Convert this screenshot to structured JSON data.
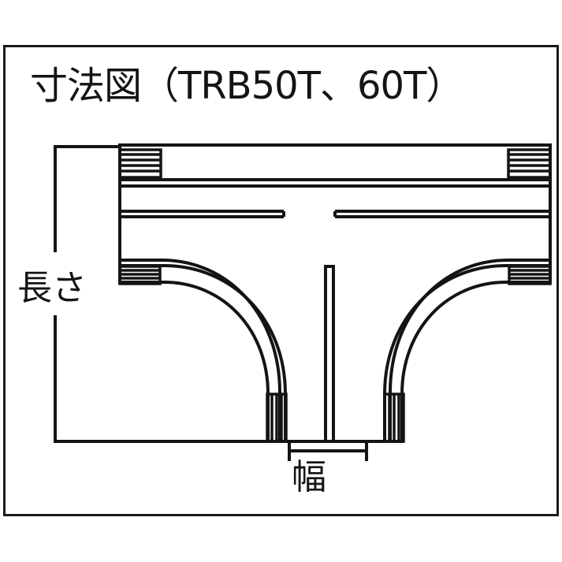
{
  "figure": {
    "title": "寸法図（TRB50T、60T）",
    "type": "technical-dimension-drawing",
    "subject": "T-shaped threaded pipe fitting (tee) cross-section",
    "models": [
      "TRB50T",
      "60T"
    ],
    "border_color": "#1a1a1a",
    "line_color": "#141414",
    "background_color": "#ffffff"
  },
  "dimensions": {
    "vertical": {
      "label": "長さ",
      "meaning": "length",
      "orientation": "vertical",
      "position": "left"
    },
    "horizontal": {
      "label": "幅",
      "meaning": "width",
      "orientation": "horizontal",
      "position": "bottom-center"
    }
  },
  "icons": {
    "dimension_tick": "tick-mark",
    "thread_hatch": "thread-hatching"
  }
}
